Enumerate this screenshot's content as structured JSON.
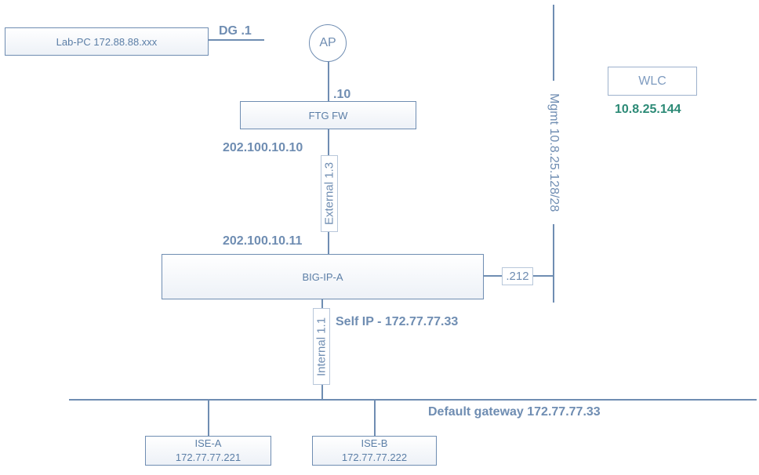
{
  "nodes": {
    "lab_pc": "Lab-PC 172.88.88.xxx",
    "ap": "AP",
    "ftg_fw": "FTG FW",
    "big_ip": "BIG-IP-A",
    "wlc": "WLC",
    "ise_a": {
      "name": "ISE-A",
      "ip": "172.77.77.221"
    },
    "ise_b": {
      "name": "ISE-B",
      "ip": "172.77.77.222"
    }
  },
  "labels": {
    "dg": "DG .1",
    "ap_fw": ".10",
    "fw_ip": "202.100.10.10",
    "external": "External 1.3",
    "bigip_ext_ip": "202.100.10.11",
    "mgmt": "Mgmt 10.8.25.128/28",
    "mgmt_ip": ".212",
    "wlc_ip": "10.8.25.144",
    "internal": "Internal 1.1",
    "self_ip": "Self IP - 172.77.77.33",
    "default_gw": "Default gateway 172.77.77.33"
  },
  "colors": {
    "line": "#6f8db2",
    "label": "#6f8db2",
    "wlc_ip": "#2c8a76"
  }
}
